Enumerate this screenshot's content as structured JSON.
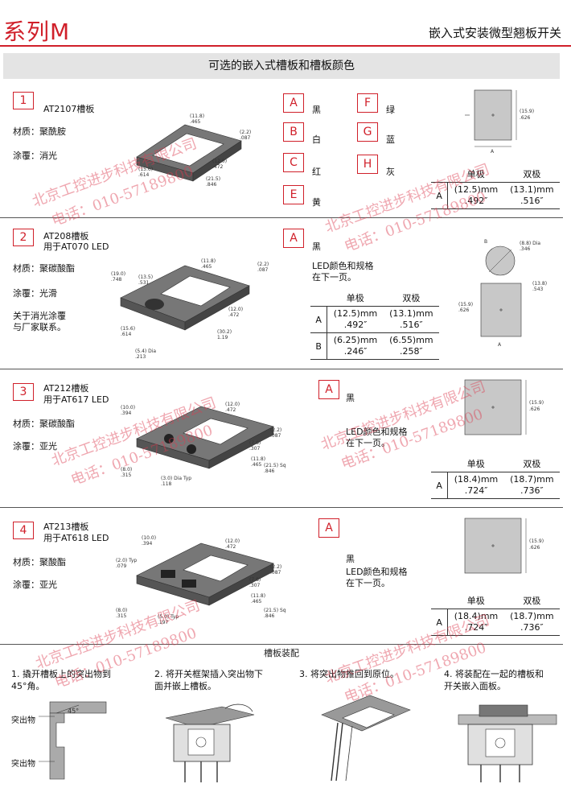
{
  "header": {
    "series": "系列M",
    "title": "嵌入式安装微型翘板开关"
  },
  "section_title": "可选的嵌入式槽板和槽板颜色",
  "rows": [
    {
      "num": "1",
      "model": "AT2107槽板",
      "sub": "",
      "material": "材质：聚酰胺",
      "coating": "涂覆：消光",
      "note": "",
      "dims": [
        "(11.8)",
        ".465",
        "(2.2)",
        ".087",
        "(12.0)",
        ".472",
        "(15.6)",
        ".614",
        "(21.5)",
        ".846"
      ]
    },
    {
      "num": "2",
      "model": "AT208槽板",
      "sub": "用于AT070 LED",
      "material": "材质：聚碳酸酯",
      "coating": "涂覆：光滑",
      "note": "关于消光涂覆\n与厂家联系。",
      "dims": [
        "(19.0)",
        ".748",
        "(13.5)",
        ".531",
        "(11.8)",
        ".465",
        "(2.2)",
        ".087",
        "(12.0)",
        ".472",
        "(15.6)",
        ".614",
        "(30.2)",
        "1.19",
        "(5.4) Dia",
        ".213"
      ]
    },
    {
      "num": "3",
      "model": "AT212槽板",
      "sub": "用于AT617 LED",
      "material": "材质：聚碳酸酯",
      "coating": "涂覆：亚光",
      "note": "",
      "dims": [
        "(10.0)",
        ".394",
        "(12.0)",
        ".472",
        "(2.2)",
        ".087",
        "(7.8)",
        ".307",
        "(11.8)",
        ".465",
        "(21.5) Sq",
        ".846",
        "(8.0)",
        ".315",
        "(3.0) Dia Typ",
        ".118"
      ]
    },
    {
      "num": "4",
      "model": "AT213槽板",
      "sub": "用于AT618 LED",
      "material": "材质：聚酸酯",
      "coating": "涂覆：亚光",
      "note": "",
      "dims": [
        "(10.0)",
        ".394",
        "(12.0)",
        ".472",
        "(2.0) Typ",
        ".079",
        "(2.2)",
        ".087",
        "(7.8)",
        ".307",
        "(11.8)",
        ".465",
        "(21.5) Sq",
        ".846",
        "(8.0)",
        ".315",
        "(5.0) Typ",
        ".197"
      ]
    }
  ],
  "colors": [
    {
      "code": "A",
      "name": "黑"
    },
    {
      "code": "B",
      "name": "白"
    },
    {
      "code": "C",
      "name": "红"
    },
    {
      "code": "E",
      "name": "黄"
    },
    {
      "code": "F",
      "name": "绿"
    },
    {
      "code": "G",
      "name": "蓝"
    },
    {
      "code": "H",
      "name": "灰"
    }
  ],
  "row1_table": {
    "head": [
      "单极",
      "双极"
    ],
    "rows": [
      {
        "label": "A",
        "c1a": "(12.5)mm",
        "c1b": ".492″",
        "c2a": "(13.1)mm",
        "c2b": ".516″"
      }
    ]
  },
  "row2": {
    "color_code": "A",
    "color_name": "黑",
    "led_note_1": "LED颜色和规格",
    "led_note_2": "在下一页。",
    "table_head": [
      "单极",
      "双极"
    ],
    "table_rows": [
      {
        "label": "A",
        "c1a": "(12.5)mm",
        "c1b": ".492″",
        "c2a": "(13.1)mm",
        "c2b": ".516″"
      },
      {
        "label": "B",
        "c1a": "(6.25)mm",
        "c1b": ".246″",
        "c2a": "(6.55)mm",
        "c2b": ".258″"
      }
    ],
    "dims": [
      "(8.8) Dia",
      ".346",
      "(13.8)",
      ".543",
      "(15.9)",
      ".626"
    ]
  },
  "row3": {
    "color_code": "A",
    "color_name": "黑",
    "led_note_1": "LED颜色和规格",
    "led_note_2": "在下一页。",
    "table_head": [
      "单极",
      "双极"
    ],
    "table_rows": [
      {
        "label": "A",
        "c1a": "(18.4)mm",
        "c1b": ".724″",
        "c2a": "(18.7)mm",
        "c2b": ".736″"
      }
    ]
  },
  "row4": {
    "color_code": "A",
    "color_name": "黑",
    "led_note_1": "LED颜色和规格",
    "led_note_2": "在下一页。",
    "table_head": [
      "单极",
      "双极"
    ],
    "table_rows": [
      {
        "label": "A",
        "c1a": "(18.4)mm",
        "c1b": ".724″",
        "c2a": "(18.7)mm",
        "c2b": ".736″"
      }
    ]
  },
  "top_view": {
    "dim_a": "(15.9)",
    "dim_b": ".626",
    "label": "A",
    "label_b": "B"
  },
  "assembly": {
    "title": "槽板装配",
    "steps": [
      "1. 撬开槽板上的突出物到\n45°角。",
      "2. 将开关框架插入突出物下\n面并嵌上槽板。",
      "3. 将突出物推回到原位。",
      "4. 将装配在一起的槽板和\n开关嵌入面板。"
    ],
    "callout_1": "突出物",
    "callout_2": "突出物",
    "angle": "45°"
  },
  "watermark": {
    "company": "北京工控进步科技有限公司",
    "phone": "电话：010-57189800"
  }
}
